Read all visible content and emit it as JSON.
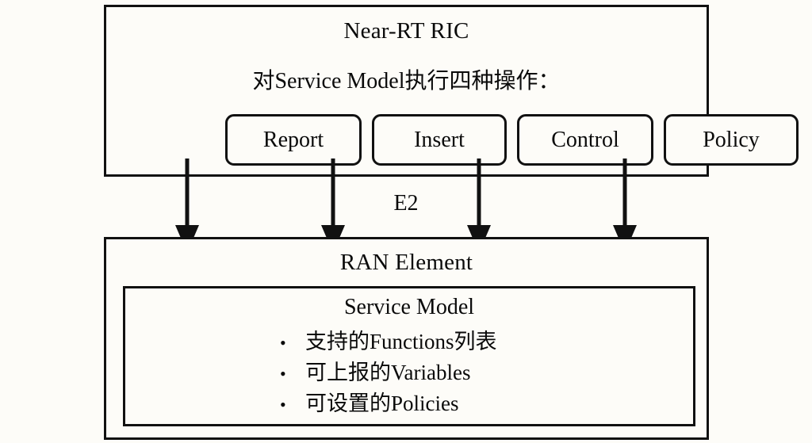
{
  "diagram": {
    "background_color": "#fdfcf8",
    "line_color": "#111111",
    "near_rt_ric": {
      "title": "Near-RT RIC",
      "operations_caption": "对Service Model执行四种操作：",
      "operations": [
        {
          "label": "Report"
        },
        {
          "label": "Insert"
        },
        {
          "label": "Control"
        },
        {
          "label": "Policy"
        }
      ]
    },
    "interface": {
      "label": "E2",
      "arrow_count": 4
    },
    "ran_element": {
      "title": "RAN Element",
      "service_model": {
        "title": "Service Model",
        "bullets": [
          {
            "bullet": "•",
            "text": "支持的Functions列表"
          },
          {
            "bullet": "•",
            "text": "可上报的Variables"
          },
          {
            "bullet": "•",
            "text": "可设置的Policies"
          }
        ]
      }
    }
  }
}
